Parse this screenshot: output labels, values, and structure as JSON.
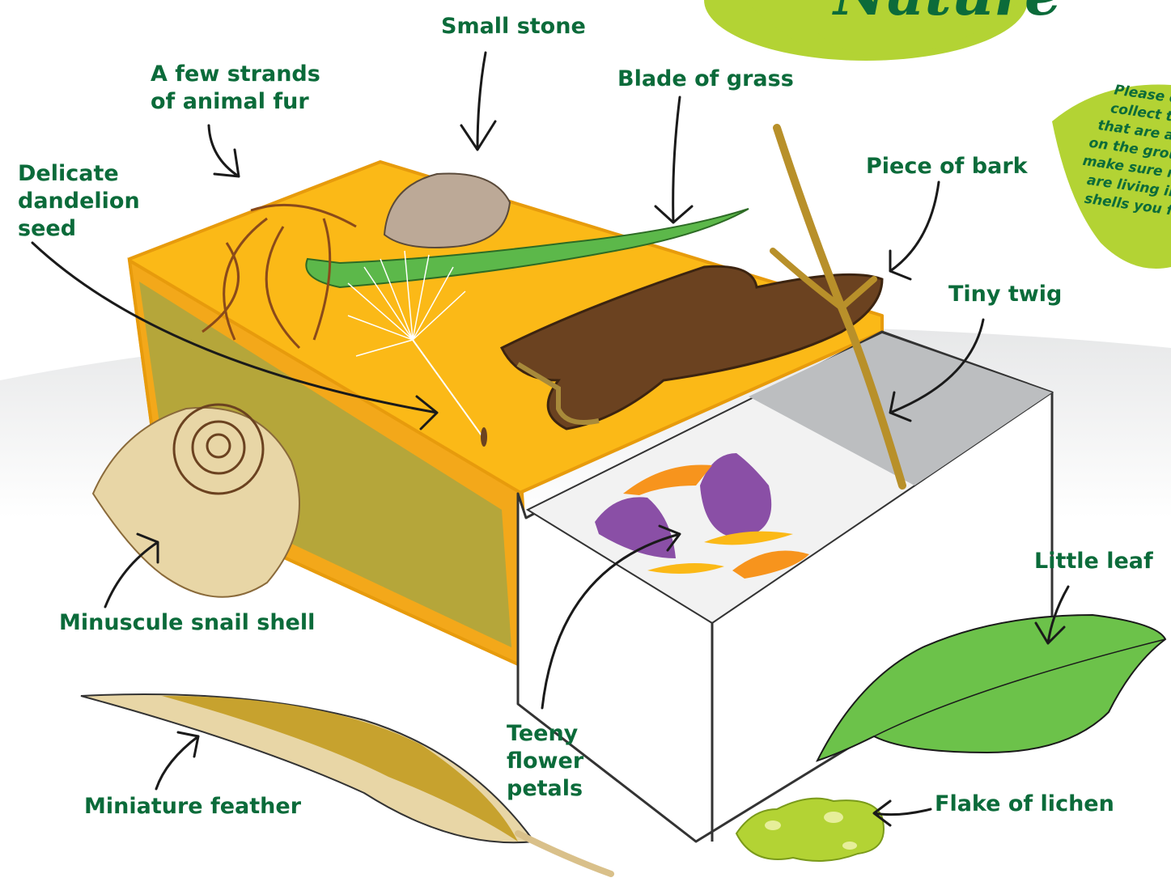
{
  "labels": {
    "small_stone": "Small stone",
    "animal_fur": "A few strands\nof animal fur",
    "blade_of_grass": "Blade of grass",
    "dandelion_seed": "Delicate\ndandelion\nseed",
    "piece_of_bark": "Piece of bark",
    "tiny_twig": "Tiny twig",
    "snail_shell": "Minuscule snail shell",
    "little_leaf": "Little leaf",
    "flower_petals": "Teeny\nflower\npetals",
    "feather": "Miniature feather",
    "lichen": "Flake of lichen"
  },
  "note": "Please on\ncollect thi\nthat are alre\non the ground\nmake sure no s\nare living in t\nshells you fin",
  "colors": {
    "label_green": "#0b6b3a",
    "box_yellow": "#fbb917",
    "box_side": "#b5a63a",
    "drawer_white": "#ffffff",
    "bark_brown": "#6b4220",
    "leaf_green": "#6cc24a",
    "splash_green": "#b3d334",
    "petal_purple": "#8a4fa6",
    "petal_orange": "#f7941d"
  }
}
